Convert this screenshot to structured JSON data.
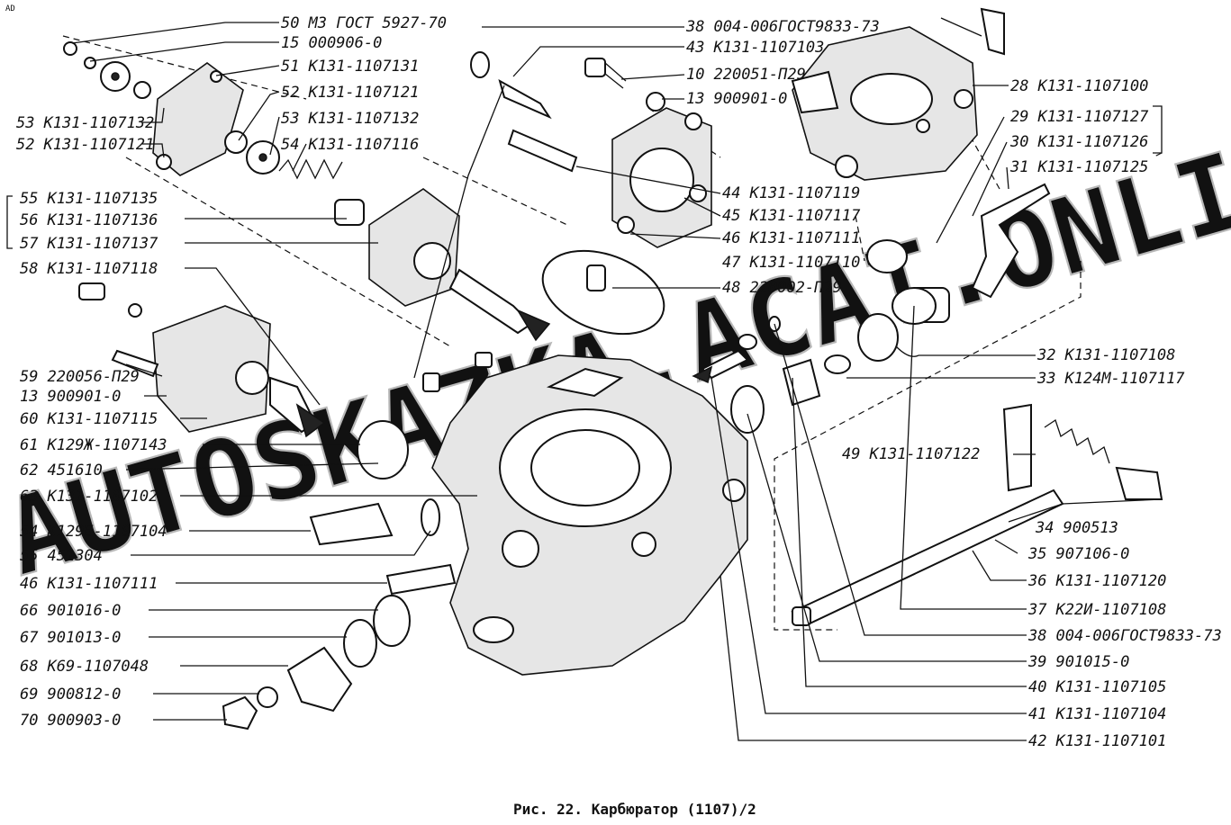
{
  "corner_mark": "AD",
  "caption": "Рис. 22. Карбюратор (1107)/2",
  "watermark": "AUTOSKAZKA.ACAT.ONLINE",
  "labels_left": [
    {
      "num": "53",
      "code": "К131-1107132"
    },
    {
      "num": "52",
      "code": "К131-1107121"
    },
    {
      "num": "55",
      "code": "К131-1107135"
    },
    {
      "num": "56",
      "code": "К131-1107136"
    },
    {
      "num": "57",
      "code": "К131-1107137"
    },
    {
      "num": "58",
      "code": "К131-1107118"
    },
    {
      "num": "59",
      "code": "220056-П29"
    },
    {
      "num": "13",
      "code": "900901-0"
    },
    {
      "num": "60",
      "code": "К131-1107115"
    },
    {
      "num": "61",
      "code": "К129Ж-1107143"
    },
    {
      "num": "62",
      "code": "451610"
    },
    {
      "num": "63",
      "code": "К131-1107102"
    },
    {
      "num": "54",
      "code": "К129Б-1107104"
    },
    {
      "num": "55",
      "code": "451304"
    },
    {
      "num": "46",
      "code": "К131-1107111"
    },
    {
      "num": "66",
      "code": "901016-0"
    },
    {
      "num": "67",
      "code": "901013-0"
    },
    {
      "num": "68",
      "code": "К69-1107048"
    },
    {
      "num": "69",
      "code": "900812-0"
    },
    {
      "num": "70",
      "code": "900903-0"
    }
  ],
  "labels_top_center": [
    {
      "num": "50",
      "code": "М3 ГОСТ 5927-70"
    },
    {
      "num": "15",
      "code": "000906-0"
    },
    {
      "num": "51",
      "code": "К131-1107131"
    },
    {
      "num": "52",
      "code": "К131-1107121"
    },
    {
      "num": "53",
      "code": "К131-1107132"
    },
    {
      "num": "54",
      "code": "К131-1107116"
    }
  ],
  "labels_center": [
    {
      "num": "38",
      "code": "004-006ГОСТ9833-73"
    },
    {
      "num": "43",
      "code": "К131-1107103"
    },
    {
      "num": "10",
      "code": "220051-П29"
    },
    {
      "num": "13",
      "code": "900901-0"
    },
    {
      "num": "44",
      "code": "К131-1107119"
    },
    {
      "num": "45",
      "code": "К131-1107117"
    },
    {
      "num": "46",
      "code": "К131-1107111"
    },
    {
      "num": "47",
      "code": "К131-1107110"
    },
    {
      "num": "48",
      "code": "220002-П29"
    },
    {
      "num": "49",
      "code": "К131-1107122"
    }
  ],
  "labels_right": [
    {
      "num": "28",
      "code": "К131-1107100"
    },
    {
      "num": "29",
      "code": "К131-1107127"
    },
    {
      "num": "30",
      "code": "К131-1107126"
    },
    {
      "num": "31",
      "code": "К131-1107125"
    },
    {
      "num": "32",
      "code": "К131-1107108"
    },
    {
      "num": "33",
      "code": "К124М-1107117"
    },
    {
      "num": "34",
      "code": "900513"
    },
    {
      "num": "35",
      "code": "907106-0"
    },
    {
      "num": "36",
      "code": "К131-1107120"
    },
    {
      "num": "37",
      "code": "К22И-1107108"
    },
    {
      "num": "38",
      "code": "004-006ГОСТ9833-73"
    },
    {
      "num": "39",
      "code": "901015-0"
    },
    {
      "num": "40",
      "code": "К131-1107105"
    },
    {
      "num": "41",
      "code": "К131-1107104"
    },
    {
      "num": "42",
      "code": "К131-1107101"
    }
  ]
}
